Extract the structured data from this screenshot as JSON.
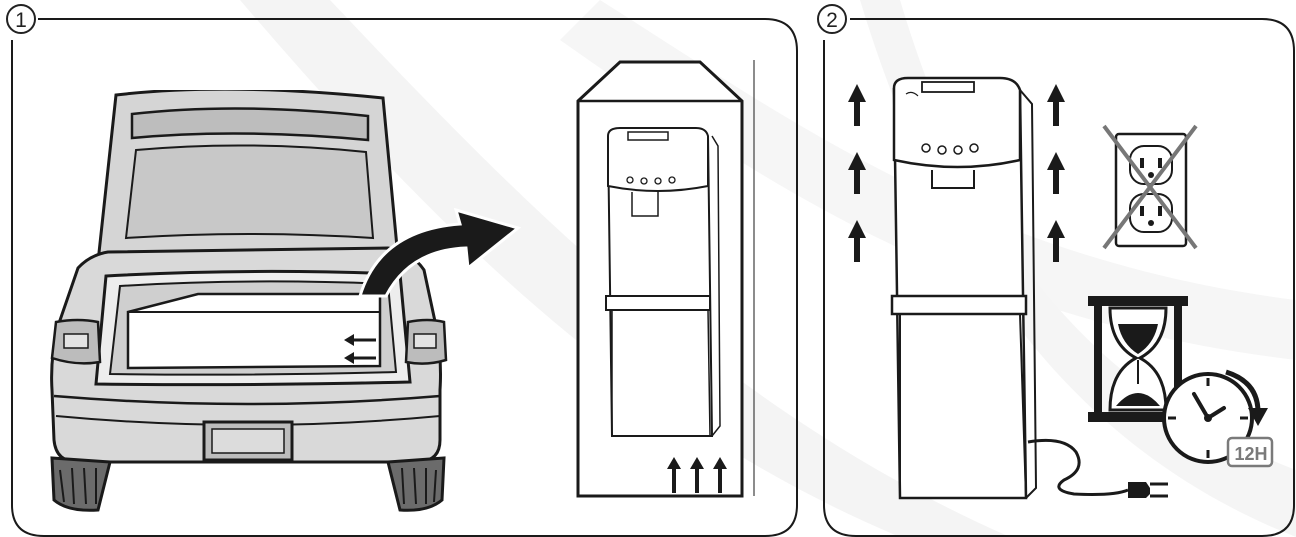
{
  "steps": [
    {
      "number": "1"
    },
    {
      "number": "2"
    }
  ],
  "timer_label": "12H",
  "colors": {
    "line": "#1a1a1a",
    "car_body": "#d7d7d7",
    "car_dark": "#9a9a9a",
    "watermark": "#f3f3f3",
    "background": "#ffffff"
  },
  "icons": [
    "car-trunk-icon",
    "lift-arrow-icon",
    "box-arrows-icon",
    "upright-box-icon",
    "upright-arrows-icon",
    "water-dispenser-icon",
    "clearance-arrows-icon",
    "outlet-crossed-icon",
    "hourglass-icon",
    "clock-icon",
    "plug-icon"
  ]
}
